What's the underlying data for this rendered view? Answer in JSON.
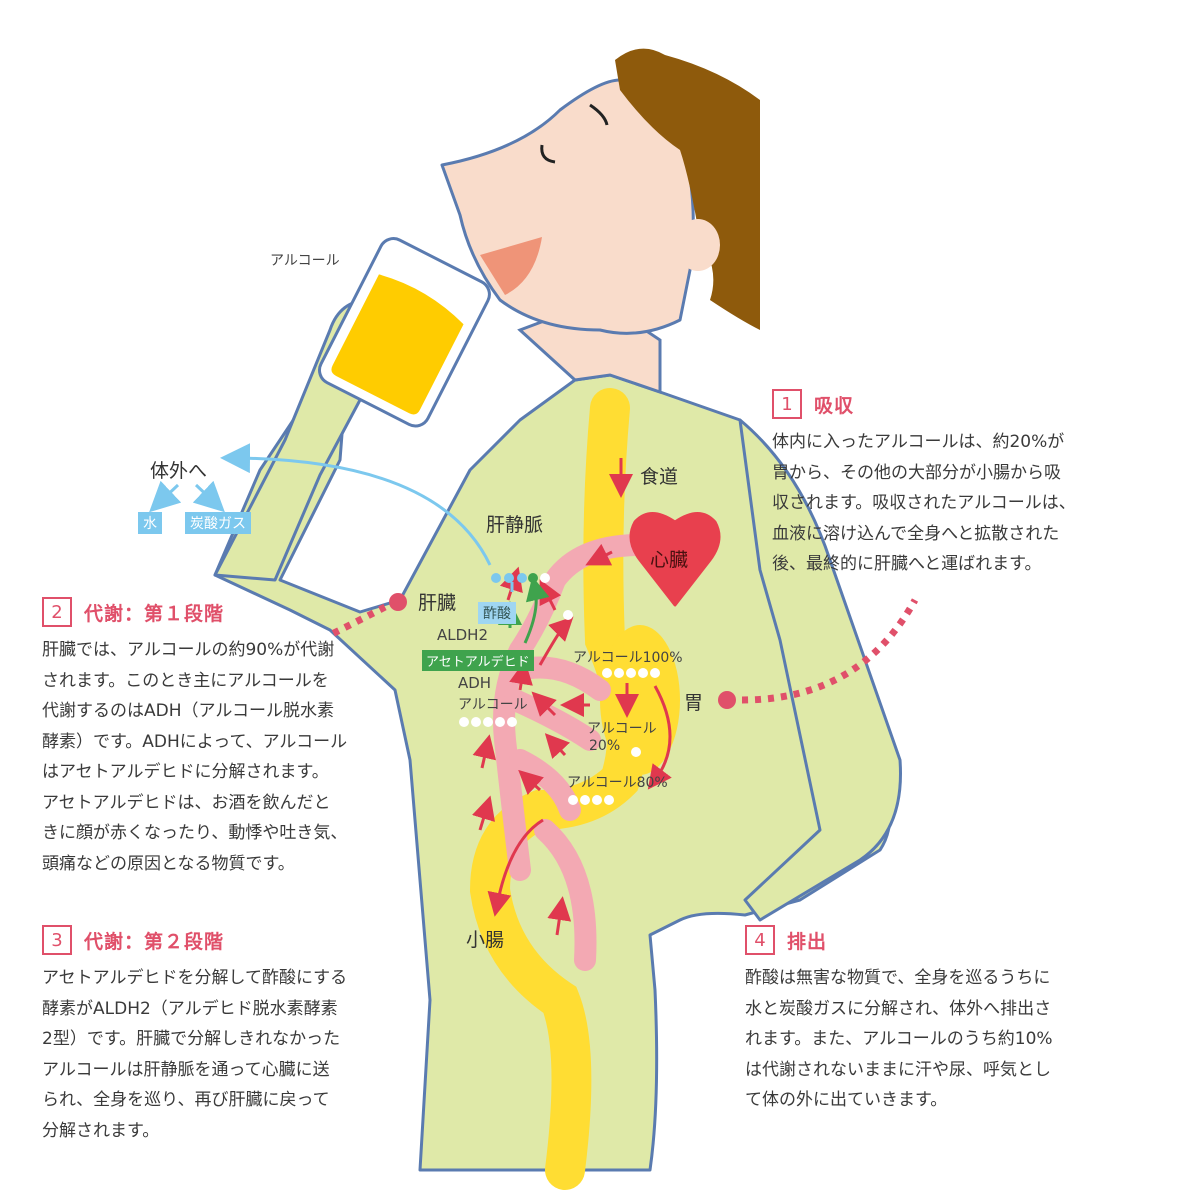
{
  "colors": {
    "body_fill": "#dfe9a8",
    "outline": "#5a7bb0",
    "skin": "#f9dccb",
    "hair": "#8e5a0c",
    "beer": "#ffcc00",
    "digestive_tract": "#ffdd33",
    "blood_vessel": "#f3a9b3",
    "heart": "#e8404e",
    "arrow_red": "#e0384e",
    "accent_pink": "#e0506a",
    "excretion_blue": "#7cc8ee",
    "acetaldehyde_green": "#3fa34d"
  },
  "diagram": {
    "drink_label": "アルコール",
    "outside_label": "体外へ",
    "water_tag": "水",
    "co2_tag": "炭酸ガス",
    "hepatic_vein_label": "肝静脈",
    "liver_label": "肝臓",
    "esophagus_label": "食道",
    "heart_label": "心臓",
    "stomach_label": "胃",
    "small_intestine_label": "小腸",
    "acetic_acid_tag": "酢酸",
    "aldh2_label": "ALDH2",
    "acetaldehyde_tag": "アセトアルデヒド",
    "adh_label": "ADH",
    "alcohol_label": "アルコール",
    "alcohol_100": "アルコール100%",
    "alcohol_20_line1": "アルコール",
    "alcohol_20_line2": "20%",
    "alcohol_80": "アルコール80%"
  },
  "sections": [
    {
      "number": "1",
      "title": "吸収",
      "body": "体内に入ったアルコールは、約20%が\n胃から、その他の大部分が小腸から吸\n収されます。吸収されたアルコールは、\n血液に溶け込んで全身へと拡散された\n後、最終的に肝臓へと運ばれます。"
    },
    {
      "number": "2",
      "title": "代謝：第１段階",
      "body": "肝臓では、アルコールの約90%が代謝\nされます。このとき主にアルコールを\n代謝するのはADH（アルコール脱水素\n酵素）です。ADHによって、アルコール\nはアセトアルデヒドに分解されます。\nアセトアルデヒドは、お酒を飲んだと\nきに顔が赤くなったり、動悸や吐き気、\n頭痛などの原因となる物質です。"
    },
    {
      "number": "3",
      "title": "代謝：第２段階",
      "body": "アセトアルデヒドを分解して酢酸にする\n酵素がALDH2（アルデヒド脱水素酵素\n2型）です。肝臓で分解しきれなかった\nアルコールは肝静脈を通って心臓に送\nられ、全身を巡り、再び肝臓に戻って\n分解されます。"
    },
    {
      "number": "4",
      "title": "排出",
      "body": "酢酸は無害な物質で、全身を巡るうちに\n水と炭酸ガスに分解され、体外へ排出さ\nれます。また、アルコールのうち約10%\nは代謝されないままに汗や尿、呼気とし\nて体の外に出ていきます。"
    }
  ]
}
